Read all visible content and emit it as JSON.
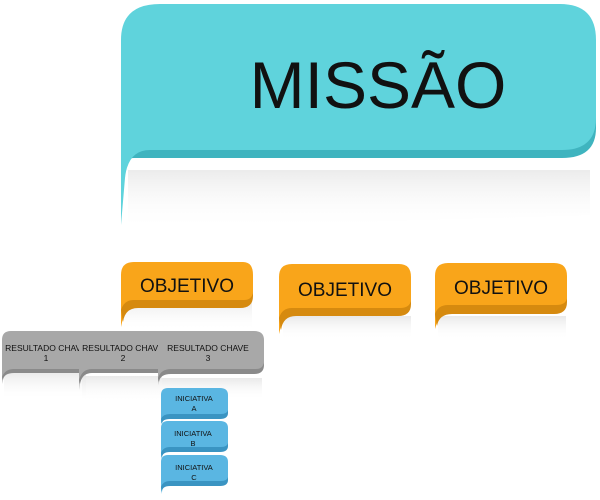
{
  "mission": {
    "title": "MISSÃO"
  },
  "objectives": [
    {
      "label": "OBJETIVO"
    },
    {
      "label": "OBJETIVO"
    },
    {
      "label": "OBJETIVO"
    }
  ],
  "key_results": [
    {
      "line1": "RESULTADO CHAVE",
      "line2": "1"
    },
    {
      "line1": "RESULTADO CHAVE",
      "line2": "2"
    },
    {
      "line1": "RESULTADO CHAVE",
      "line2": "3"
    }
  ],
  "initiatives": [
    {
      "line1": "INICIATIVA",
      "line2": "A"
    },
    {
      "line1": "INICIATIVA",
      "line2": "B"
    },
    {
      "line1": "INICIATIVA",
      "line2": "C"
    }
  ],
  "colors": {
    "mission_fill": "#5fd3dc",
    "mission_shade": "#3fb4bf",
    "objective_fill": "#f9a51a",
    "objective_shade": "#d68a0f",
    "key_result_fill": "#a8a8a8",
    "key_result_shade": "#8a8a8a",
    "initiative_fill": "#5ab6e2",
    "initiative_shade": "#3a94c2",
    "text_dark": "#111111"
  }
}
